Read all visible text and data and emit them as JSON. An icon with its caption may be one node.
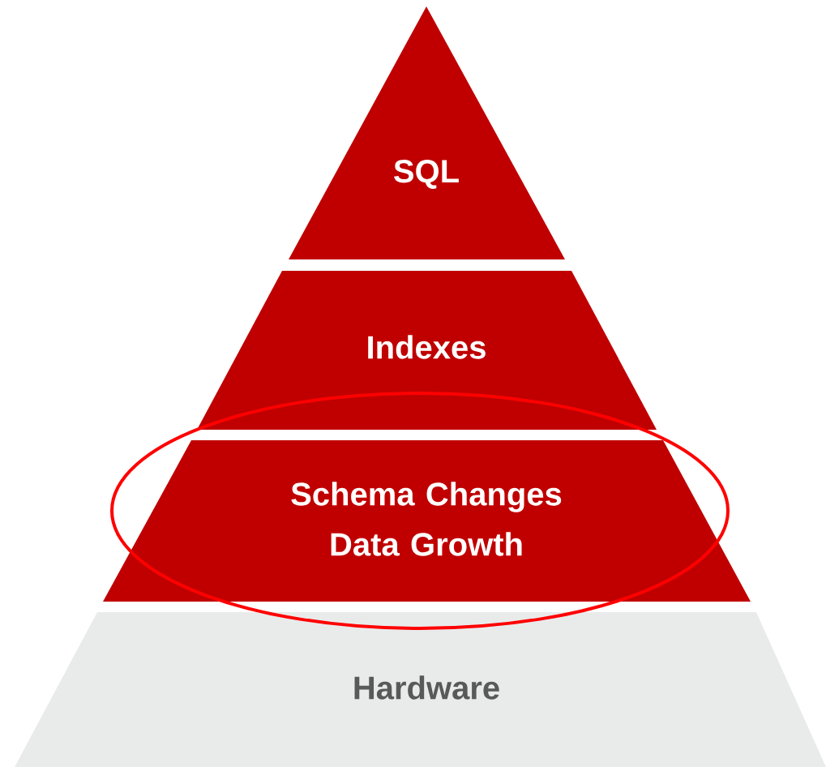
{
  "diagram": {
    "nodes": [
      {
        "text": [
          "SQL"
        ]
      },
      {
        "text": [
          "Indexes"
        ]
      },
      {
        "text": [
          "Schema Changes Data Growth"
        ]
      },
      {
        "text": [
          "Hardware"
        ]
      }
    ]
  }
}
